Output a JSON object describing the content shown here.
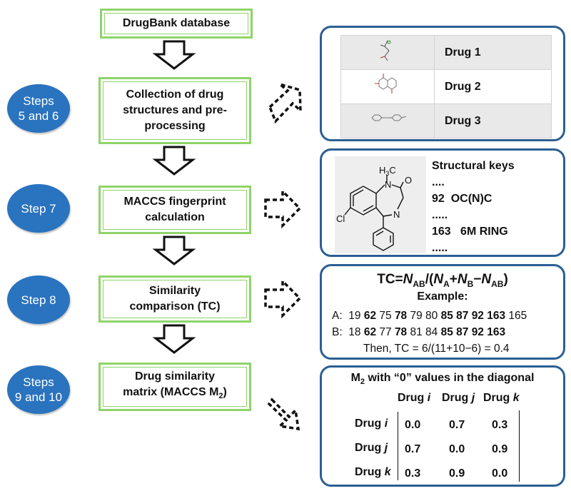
{
  "flow": {
    "box1": "DrugBank database",
    "box2_l1": "Collection of drug",
    "box2_l2": "structures and pre-",
    "box2_l3": "processing",
    "box3_l1": "MACCS fingerprint",
    "box3_l2": "calculation",
    "box4_l1": "Similarity",
    "box4_l2": "comparison (TC)",
    "box5_l1": "Drug similarity",
    "box5_l2": "matrix (MACCS M",
    "box5_sub": "2",
    "box5_end": ")"
  },
  "steps": {
    "s1_l1": "Steps",
    "s1_l2": "5 and 6",
    "s2": "Step 7",
    "s3": "Step 8",
    "s4_l1": "Steps",
    "s4_l2": "9 and 10"
  },
  "drugs_panel": {
    "d1": "Drug 1",
    "d2": "Drug 2",
    "d3": "Drug 3"
  },
  "keys_panel": {
    "title": "Structural keys",
    "dots1": "....",
    "k1_num": "92",
    "k1_txt": "OC(N)C",
    "dots2": ".....",
    "k2_num": "163",
    "k2_txt": "6M RING",
    "dots3": ".....",
    "atom_h3c": "H",
    "atom_h3c_sub": "3",
    "atom_h3c_c": "C",
    "atom_n1": "N",
    "atom_o": "O",
    "atom_n2": "N",
    "atom_cl": "Cl"
  },
  "tc_panel": {
    "f_tc": "TC=",
    "f_n": "N",
    "f_ab": "AB",
    "f_open": "/(",
    "f_a": "A",
    "f_plus": "+",
    "f_b": "B",
    "f_minus": "−",
    "f_close": ")",
    "example": "Example:",
    "a_label": "A:",
    "b_label": "B:",
    "then": "Then, TC = 6/(11+10−6) = 0.4"
  },
  "matrix_panel": {
    "title_pre": "M",
    "title_sub": "2",
    "title_post": " with “0” values in the diagonal",
    "drug_word": "Drug",
    "i": "i",
    "j": "j",
    "k": "k",
    "r1": [
      "0.0",
      "0.7",
      "0.3"
    ],
    "r2": [
      "0.7",
      "0.0",
      "0.9"
    ],
    "r3": [
      "0.3",
      "0.9",
      "0.0"
    ]
  }
}
